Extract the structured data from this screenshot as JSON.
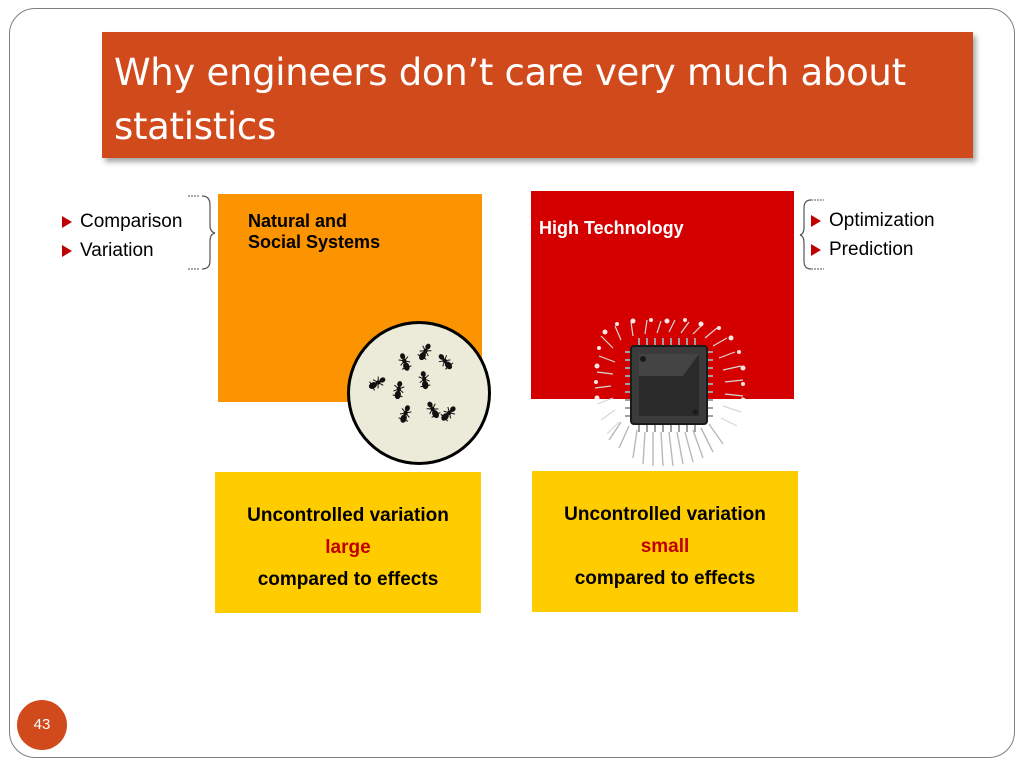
{
  "slide": {
    "title": "Why engineers don’t care very much about statistics",
    "page_number": "43"
  },
  "left": {
    "bullets": [
      "Comparison",
      "Variation"
    ],
    "panel_label_line1": "Natural and",
    "panel_label_line2": "Social Systems",
    "box": {
      "line1": "Uncontrolled variation",
      "level": "large",
      "line3": "compared to effects"
    }
  },
  "right": {
    "bullets": [
      "Optimization",
      "Prediction"
    ],
    "panel_label": "High Technology",
    "box": {
      "line1": "Uncontrolled variation",
      "level": "small",
      "line3": "compared to effects"
    }
  },
  "colors": {
    "title_bar": "#d04a1c",
    "orange_panel": "#fb9400",
    "red_panel": "#d40000",
    "yellow_box": "#ffcc00",
    "accent_text": "#c00000"
  },
  "images": {
    "left": "ants-in-circle-illustration",
    "right": "microchip-illustration"
  }
}
